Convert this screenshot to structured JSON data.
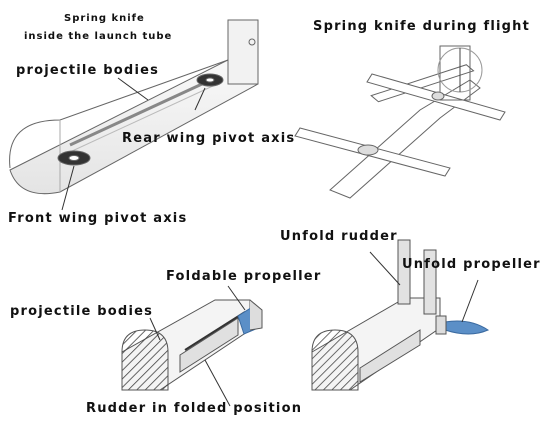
{
  "labels": {
    "spring_knife_in_tube_line1": "Spring knife",
    "spring_knife_in_tube_line2": "inside the launch tube",
    "spring_knife_flight": "Spring knife during flight",
    "projectile_bodies_top": "projectile bodies",
    "rear_wing_pivot_axis": "Rear wing pivot axis",
    "front_wing_pivot_axis": "Front wing pivot axis",
    "unfold_rudder": "Unfold rudder",
    "unfold_propeller": "Unfold propeller",
    "foldable_propeller": "Foldable propeller",
    "projectile_bodies_bottom": "projectile bodies",
    "rudder_folded": "Rudder in folded position"
  },
  "colors": {
    "line": "#555555",
    "body_fill": "#e8e8e8",
    "propeller": "#5b8fc7"
  }
}
